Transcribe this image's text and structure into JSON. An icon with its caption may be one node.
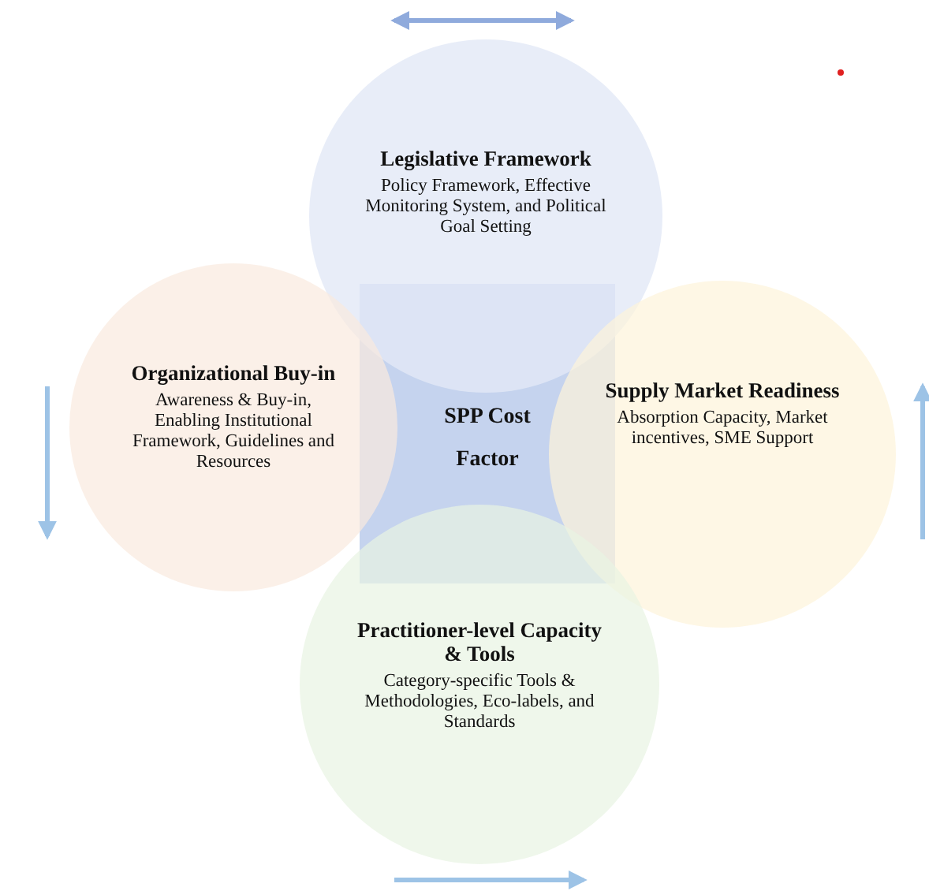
{
  "diagram": {
    "nodes": [
      {
        "text": [
          "Legislative Framework",
          "Policy Framework, Effective Monitoring System, and Political Goal Setting"
        ]
      },
      {
        "text": [
          "Organizational Buy-in",
          "Awareness & Buy-in, Enabling Institutional Framework, Guidelines and Resources"
        ]
      },
      {
        "text": [
          "SPP Cost Factor"
        ]
      },
      {
        "text": [
          "Supply Market Readiness",
          "Absorption Capacity, Market incentives, SME Support"
        ]
      },
      {
        "text": [
          "Practitioner-level Capacity & Tools",
          "Category-specific Tools & Methodologies, Eco-labels, and Standards"
        ]
      }
    ]
  }
}
